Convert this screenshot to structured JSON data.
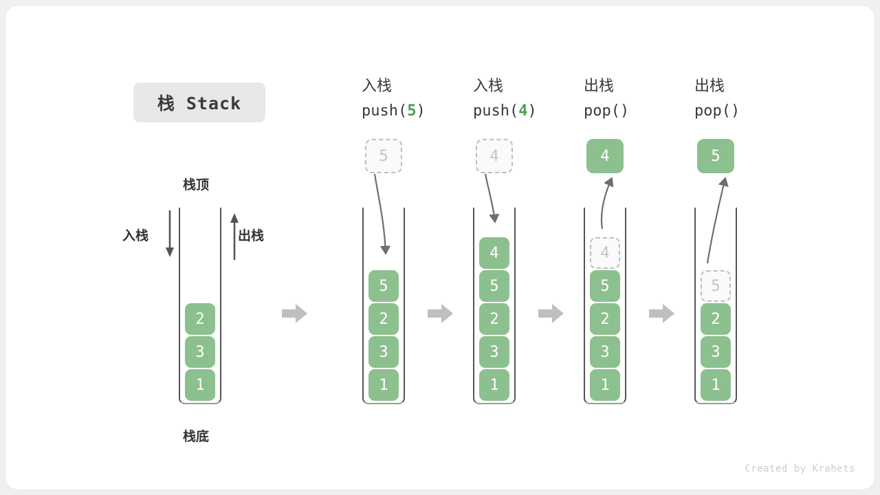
{
  "title_badge": "栈 Stack",
  "footer": "Created by Krahets",
  "colors": {
    "element_green": "#8cc08f",
    "ghost_border": "#bdbdbd",
    "arrow_gray": "#bdbdbd",
    "accent_text_green": "#4a9e50",
    "card_background": "#ffffff",
    "page_background": "#f0f0f0"
  },
  "base_stack": {
    "top_label": "栈顶",
    "bottom_label": "栈底",
    "push_label": "入栈",
    "pop_label": "出栈",
    "push_arrow_direction": "down",
    "pop_arrow_direction": "up",
    "cells_top_to_bottom": [
      "2",
      "3",
      "1"
    ]
  },
  "steps": [
    {
      "id": "push-5",
      "cn_label": "入栈",
      "code_prefix": "push(",
      "code_arg": "5",
      "code_suffix": ")",
      "float_value": "5",
      "float_style": "ghost",
      "motion": "into-stack",
      "cells_top_to_bottom": [
        "5",
        "2",
        "3",
        "1"
      ],
      "ghost_index": -1
    },
    {
      "id": "push-4",
      "cn_label": "入栈",
      "code_prefix": "push(",
      "code_arg": "4",
      "code_suffix": ")",
      "float_value": "4",
      "float_style": "ghost",
      "motion": "into-stack",
      "cells_top_to_bottom": [
        "4",
        "5",
        "2",
        "3",
        "1"
      ],
      "ghost_index": -1
    },
    {
      "id": "pop-4",
      "cn_label": "出栈",
      "code_prefix": "pop(",
      "code_arg": "",
      "code_suffix": ")",
      "float_value": "4",
      "float_style": "solid",
      "motion": "out-of-stack",
      "cells_top_to_bottom": [
        "4",
        "5",
        "2",
        "3",
        "1"
      ],
      "ghost_index": 0
    },
    {
      "id": "pop-5",
      "cn_label": "出栈",
      "code_prefix": "pop(",
      "code_arg": "",
      "code_suffix": ")",
      "float_value": "5",
      "float_style": "solid",
      "motion": "out-of-stack",
      "cells_top_to_bottom": [
        "5",
        "2",
        "3",
        "1"
      ],
      "ghost_index": 0
    }
  ],
  "separator_icon": "block-arrow-right"
}
